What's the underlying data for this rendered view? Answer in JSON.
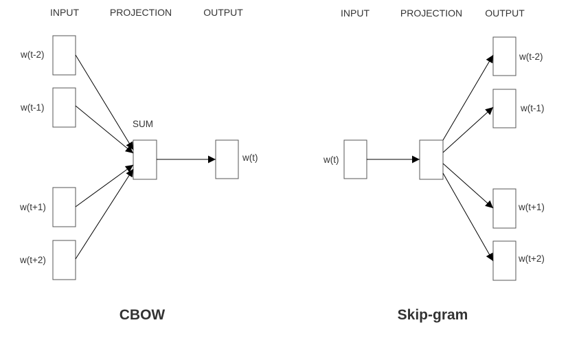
{
  "cbow": {
    "headers": {
      "input": "INPUT",
      "projection": "PROJECTION",
      "output": "OUTPUT"
    },
    "inputs": [
      "w(t-2)",
      "w(t-1)",
      "w(t+1)",
      "w(t+2)"
    ],
    "projection_label": "SUM",
    "output": "w(t)",
    "title": "CBOW"
  },
  "skipgram": {
    "headers": {
      "input": "INPUT",
      "projection": "PROJECTION",
      "output": "OUTPUT"
    },
    "input": "w(t)",
    "outputs": [
      "w(t-2)",
      "w(t-1)",
      "w(t+1)",
      "w(t+2)"
    ],
    "title": "Skip-gram"
  },
  "colors": {
    "stroke": "#555555",
    "text": "#333333",
    "arrow": "#000000"
  }
}
